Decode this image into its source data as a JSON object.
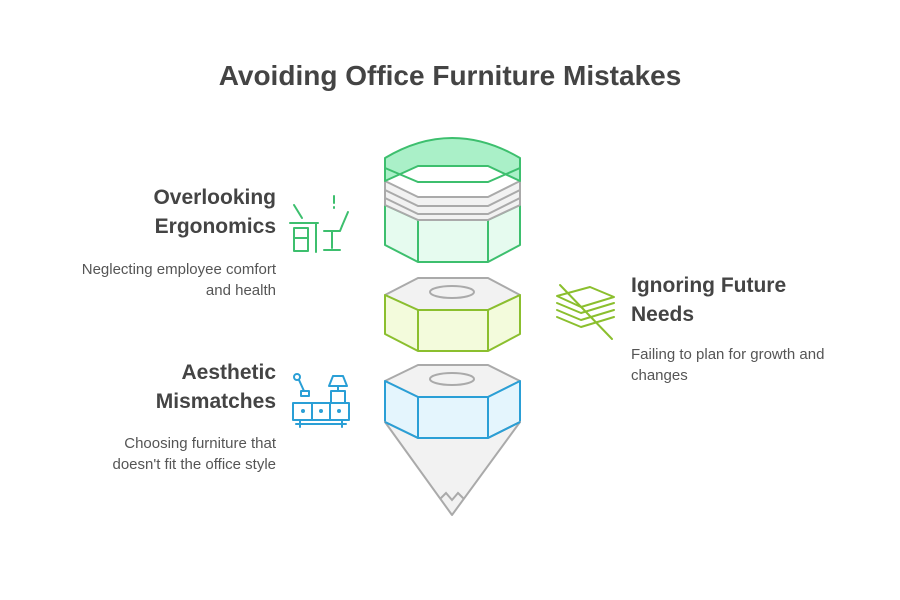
{
  "title": "Avoiding Office Furniture Mistakes",
  "items": [
    {
      "heading_line1": "Overlooking",
      "heading_line2": "Ergonomics",
      "desc_line1": "Neglecting employee comfort",
      "desc_line2": "and health",
      "color": "#3dbf6e",
      "fill": "#e6fbef",
      "icon": "ergonomic-desk-chair-icon"
    },
    {
      "heading_line1": "Ignoring Future",
      "heading_line2": "Needs",
      "desc_line1": "Failing to plan for growth and",
      "desc_line2": "changes",
      "color": "#8bbf2e",
      "fill": "#f3fbdc",
      "icon": "stacked-papers-crossed-icon"
    },
    {
      "heading_line1": "Aesthetic",
      "heading_line2": "Mismatches",
      "desc_line1": "Choosing furniture that",
      "desc_line2": "doesn't fit the office style",
      "color": "#2a9fd6",
      "fill": "#e4f5fd",
      "icon": "furniture-lamp-icon"
    }
  ]
}
